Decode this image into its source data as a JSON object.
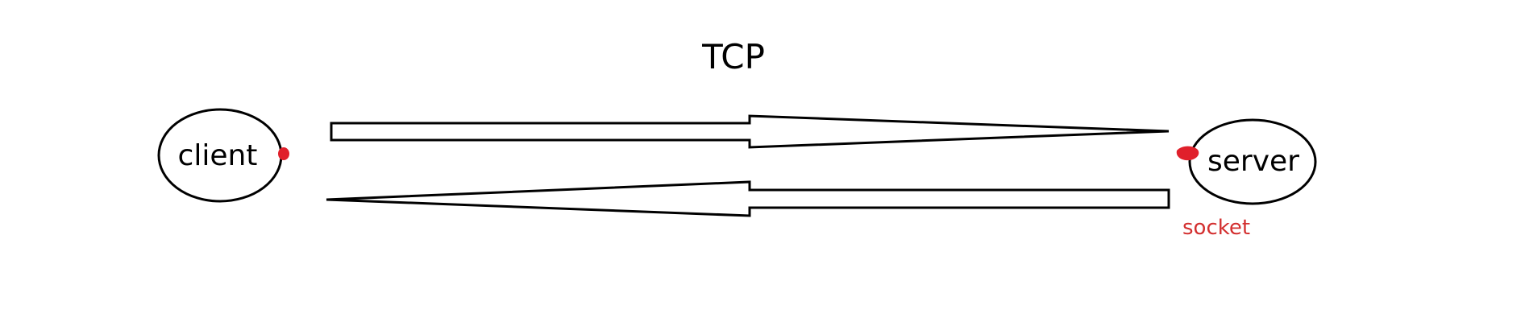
{
  "diagram": {
    "title": "TCP",
    "nodes": {
      "client": {
        "label": "client"
      },
      "server": {
        "label": "server"
      }
    },
    "socket_label": "socket",
    "colors": {
      "stroke": "#000000",
      "socket": "#e0202b",
      "socket_label": "#d32f2f",
      "background": "#ffffff"
    }
  }
}
